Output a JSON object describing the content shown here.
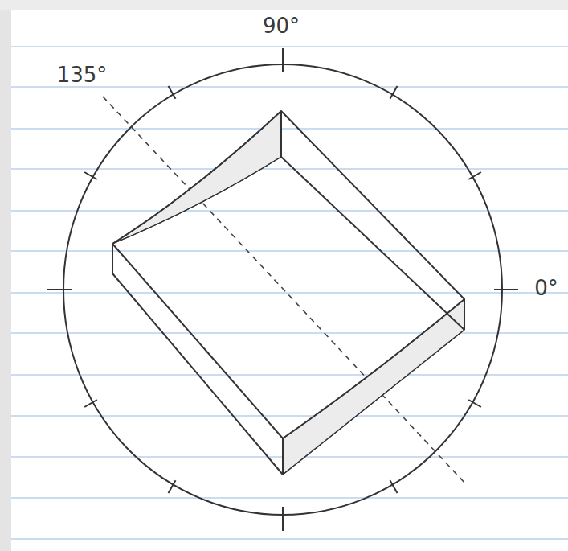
{
  "diagram": {
    "labels": [
      "90°",
      "135°",
      "0°"
    ]
  }
}
